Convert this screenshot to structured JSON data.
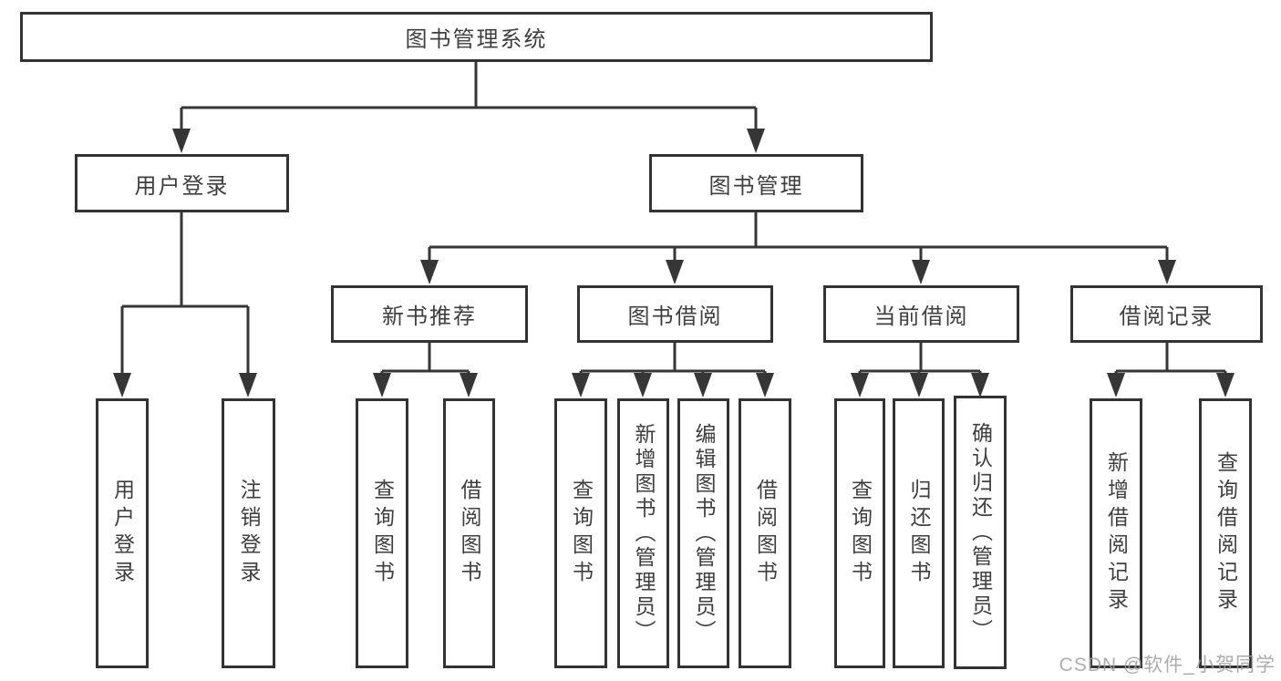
{
  "diagram": {
    "root": {
      "label": "图书管理系统"
    },
    "level1": [
      {
        "label": "用户登录"
      },
      {
        "label": "图书管理"
      }
    ],
    "level2": [
      {
        "label": "新书推荐",
        "parent": "图书管理"
      },
      {
        "label": "图书借阅",
        "parent": "图书管理"
      },
      {
        "label": "当前借阅",
        "parent": "图书管理"
      },
      {
        "label": "借阅记录",
        "parent": "图书管理"
      }
    ],
    "leaves": [
      {
        "label": "用户登录",
        "parent": "用户登录"
      },
      {
        "label": "注销登录",
        "parent": "用户登录"
      },
      {
        "label": "查询图书",
        "parent": "新书推荐"
      },
      {
        "label": "借阅图书",
        "parent": "新书推荐"
      },
      {
        "label": "查询图书",
        "parent": "图书借阅"
      },
      {
        "label": "新增图书（管理员）",
        "parent": "图书借阅"
      },
      {
        "label": "编辑图书（管理员）",
        "parent": "图书借阅"
      },
      {
        "label": "借阅图书",
        "parent": "图书借阅"
      },
      {
        "label": "查询图书",
        "parent": "当前借阅"
      },
      {
        "label": "归还图书",
        "parent": "当前借阅"
      },
      {
        "label": "确认归还（管理员）",
        "parent": "当前借阅"
      },
      {
        "label": "新增借阅记录",
        "parent": "借阅记录"
      },
      {
        "label": "查询借阅记录",
        "parent": "借阅记录"
      }
    ]
  },
  "watermark": {
    "text": "CSDN @软件_小贺同学"
  },
  "colors": {
    "line": "#363636",
    "border": "#333333",
    "text": "#3f3f3f",
    "background": "#ffffff",
    "watermark": "#9e9e9e"
  }
}
